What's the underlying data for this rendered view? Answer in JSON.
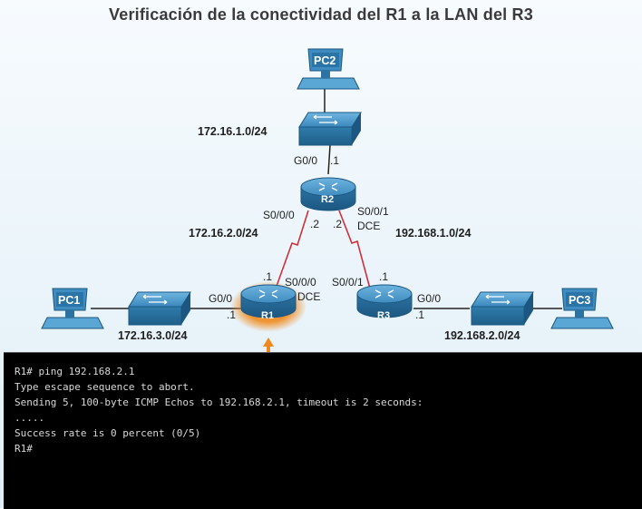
{
  "title": "Verificación de la conectividad del R1 a la LAN del R3",
  "devices": {
    "pc1": "PC1",
    "pc2": "PC2",
    "pc3": "PC3",
    "r1": "R1",
    "r2": "R2",
    "r3": "R3"
  },
  "networks": {
    "pc2_lan": "172.16.1.0/24",
    "r1_r2": "172.16.2.0/24",
    "r2_r3": "192.168.1.0/24",
    "pc1_lan": "172.16.3.0/24",
    "pc3_lan": "192.168.2.0/24"
  },
  "interfaces": {
    "r2_g00": "G0/0",
    "r2_g00_ip": ".1",
    "r2_s000": "S0/0/0",
    "r2_s000_ip": ".2",
    "r2_s001": "S0/0/1",
    "r2_s001_ip": ".2",
    "r2_dce": "DCE",
    "r1_s000_ip": ".1",
    "r1_s000": "S0/0/0",
    "r1_dce": "DCE",
    "r1_g00": "G0/0",
    "r1_g00_ip": ".1",
    "r3_s001": "S0/0/1",
    "r3_s001_ip": ".1",
    "r3_g00": "G0/0",
    "r3_g00_ip": ".1"
  },
  "terminal": {
    "lines": [
      "R1# ping 192.168.2.1",
      "Type escape sequence to abort.",
      "Sending 5, 100-byte ICMP Echos to 192.168.2.1, timeout is 2 seconds:",
      ".....",
      "Success rate is 0 percent (0/5)",
      "R1#"
    ]
  },
  "colors": {
    "router_body": "#2c73a3",
    "switch_body": "#2f7cab",
    "serial_link": "#d0303a",
    "highlight": "#f08a1e",
    "terminal_bg": "#000000",
    "terminal_text": "#d8d8d8"
  }
}
